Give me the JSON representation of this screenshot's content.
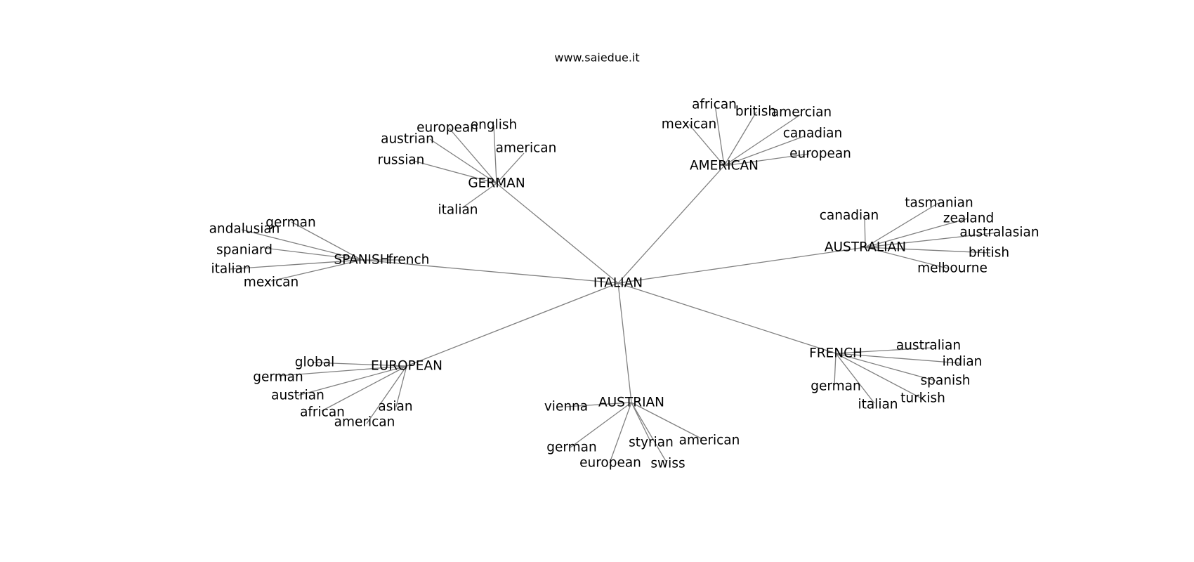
{
  "watermark": "www.saiedue.it",
  "graph": {
    "center": "ITALIAN",
    "clusters": [
      {
        "hub": "GERMAN",
        "leaves": [
          "english",
          "european",
          "austrian",
          "russian",
          "american",
          "italian"
        ]
      },
      {
        "hub": "AMERICAN",
        "leaves": [
          "african",
          "mexican",
          "british",
          "amercian",
          "canadian",
          "european"
        ]
      },
      {
        "hub": "SPANISH",
        "leaves": [
          "german",
          "andalusian",
          "spaniard",
          "italian",
          "mexican",
          "french"
        ]
      },
      {
        "hub": "AUSTRALIAN",
        "leaves": [
          "canadian",
          "tasmanian",
          "zealand",
          "australasian",
          "british",
          "melbourne"
        ]
      },
      {
        "hub": "EUROPEAN",
        "leaves": [
          "global",
          "german",
          "austrian",
          "african",
          "american",
          "asian"
        ]
      },
      {
        "hub": "AUSTRIAN",
        "leaves": [
          "vienna",
          "german",
          "european",
          "styrian",
          "swiss",
          "american"
        ]
      },
      {
        "hub": "FRENCH",
        "leaves": [
          "australian",
          "indian",
          "spanish",
          "turkish",
          "italian",
          "german"
        ]
      }
    ]
  }
}
